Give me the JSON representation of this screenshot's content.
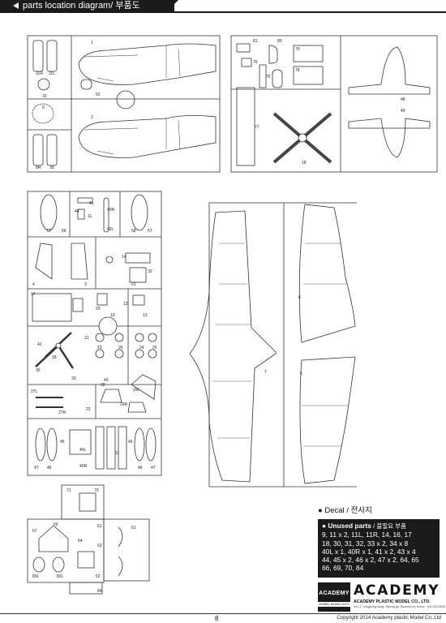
{
  "header": {
    "title": "parts location diagram/ 부품도"
  },
  "legend": {
    "decal": "● Decal / 전사지",
    "unused_heading": "● Unused parts",
    "unused_heading_kr": "/ 불필요 부품",
    "unused_lines": [
      "9, 11 x 2, 11L, 11R, 14, 16, 17",
      "18, 30, 31, 32, 33 x 2, 34 x 8",
      "40L x 1, 40R x 1, 41 x 2, 43 x 4",
      "44, 45 x 2, 46 x 2, 47 x 2, 64, 65",
      "66, 69, 70, 84"
    ]
  },
  "brand": {
    "badge_top": "ACADEMY",
    "badge_bottom": "HOBBY MODEL KITS",
    "logo": "ACADEMY",
    "company": "ACADEMY PLASTIC MODEL CO., LTD.",
    "address": "521-1, Yongjeong-dong, Ojeong-gu, Bucheon-si, Korea · 031-992-0055"
  },
  "footer": {
    "page_number": "8",
    "copyright": "Copyright 2014 Academy plastic Model Co.,Ltd"
  },
  "part_labels": {
    "a": [
      "11R",
      "11L",
      "1",
      "62",
      "10",
      "9",
      "2",
      "8R",
      "8L"
    ],
    "b": [
      "81",
      "80",
      "76",
      "75",
      "79",
      "78",
      "77",
      "18",
      "48",
      "49"
    ],
    "c": [
      "57",
      "56",
      "41",
      "44",
      "11",
      "40R",
      "40L",
      "58",
      "57",
      "4",
      "3",
      "14",
      "32",
      "21",
      "17",
      "20",
      "19",
      "12",
      "13",
      "31",
      "42",
      "18",
      "35",
      "33",
      "23",
      "26",
      "24",
      "25",
      "27L",
      "27R",
      "22",
      "28",
      "29R",
      "29L",
      "43",
      "47",
      "46",
      "45",
      "40L",
      "40R",
      "11",
      "45",
      "46",
      "47"
    ],
    "d": [
      "7",
      "6",
      "5"
    ],
    "e": [
      "71",
      "70",
      "67",
      "60",
      "64",
      "61",
      "63",
      "83L",
      "83L",
      "62",
      "61",
      "84"
    ]
  }
}
